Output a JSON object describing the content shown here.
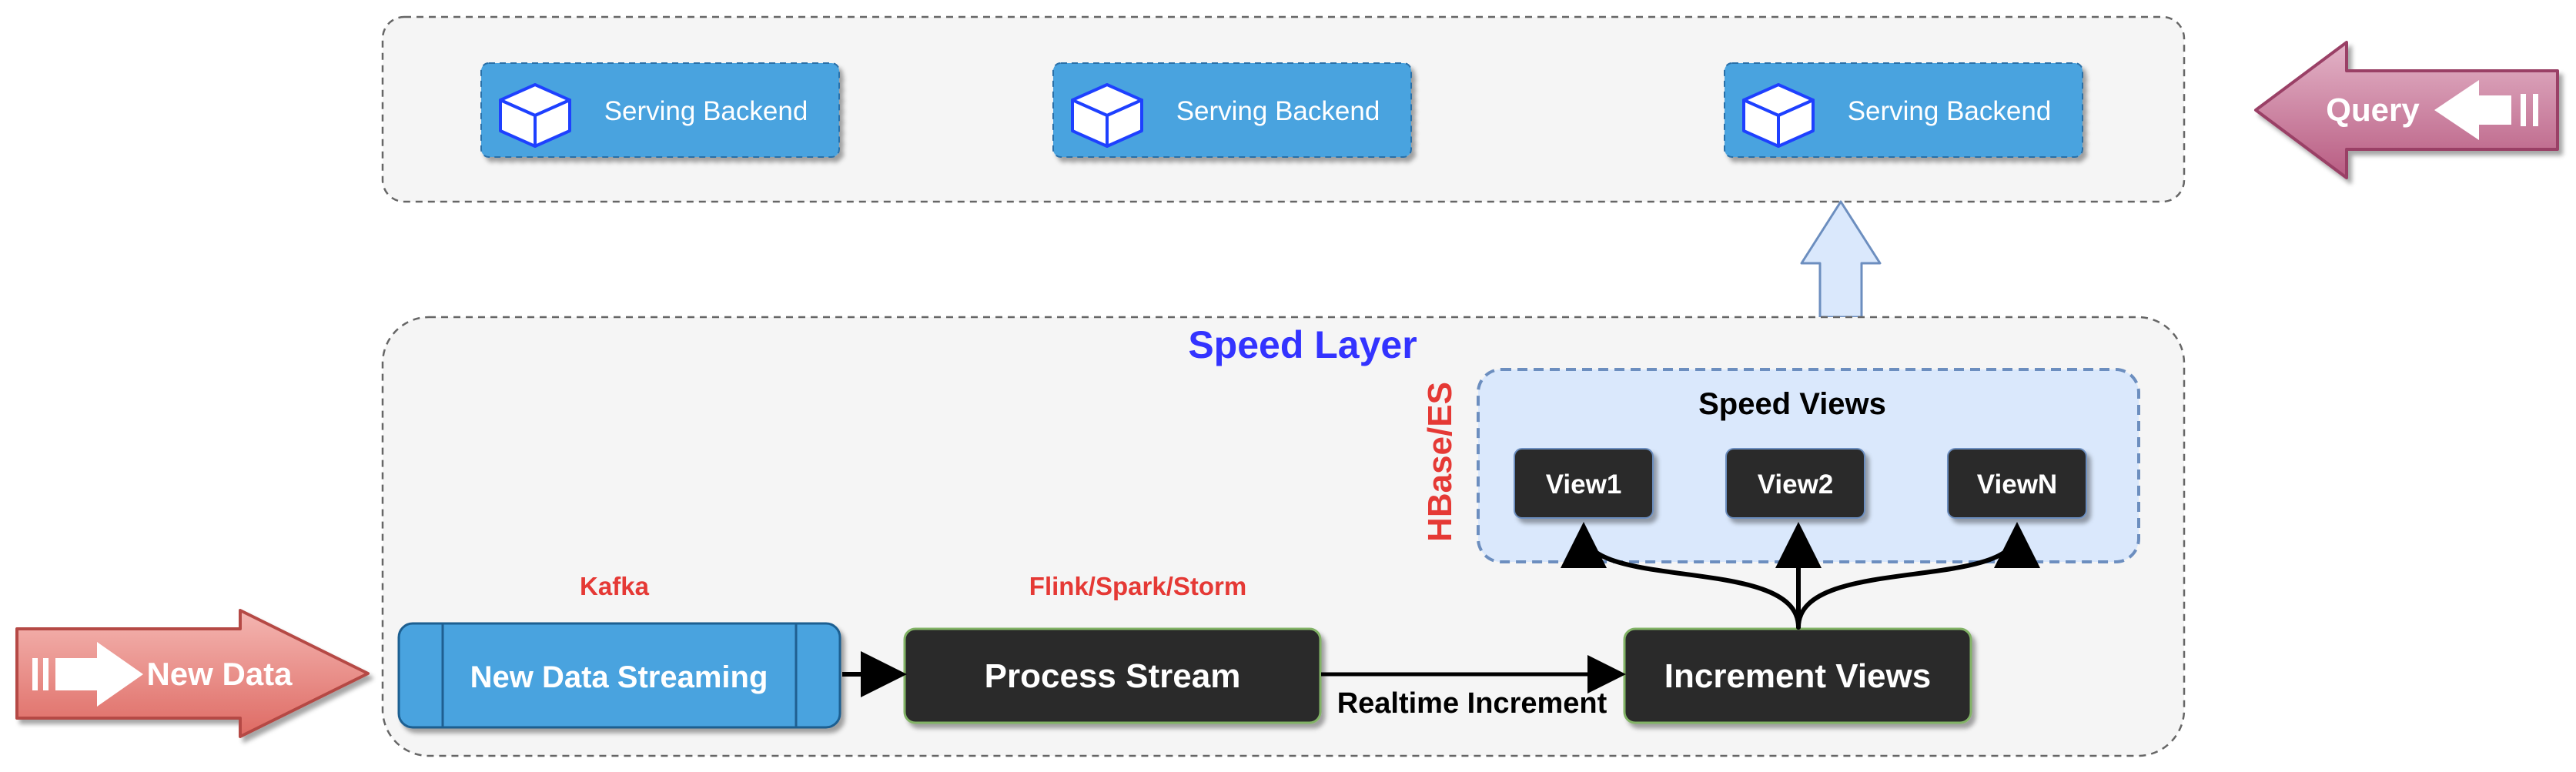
{
  "serving": {
    "backends": [
      {
        "label": "Serving Backend"
      },
      {
        "label": "Serving Backend"
      },
      {
        "label": "Serving Backend"
      }
    ]
  },
  "query": {
    "label": "Query"
  },
  "speed_layer": {
    "title": "Speed Layer",
    "storage_label": "HBase/ES",
    "views_group": {
      "title": "Speed Views",
      "views": [
        "View1",
        "View2",
        "ViewN"
      ]
    },
    "tech": {
      "kafka": "Kafka",
      "stream_engine": "Flink/Spark/Storm"
    },
    "new_data_streaming": "New Data Streaming",
    "process_stream": "Process Stream",
    "edge_label": "Realtime Increment",
    "increment_views": "Increment Views"
  },
  "new_data": {
    "label": "New Data"
  },
  "colors": {
    "blue_box": "#4aa3df",
    "dark_box": "#2b2b2b",
    "speed_title": "#3333ff",
    "red_text": "#e53935",
    "pink_arrow": "#c86f92",
    "red_arrow": "#e8837d",
    "views_bg": "#dae8fc"
  }
}
